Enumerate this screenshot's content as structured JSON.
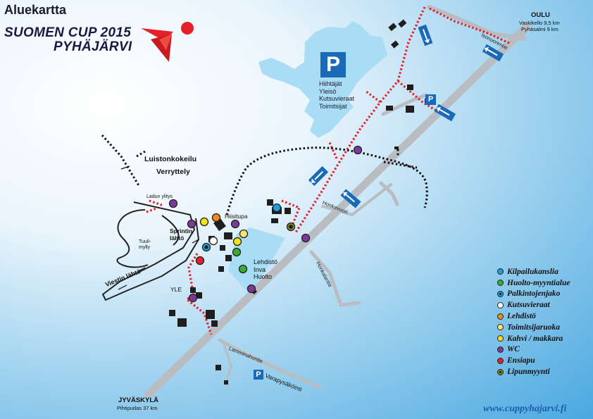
{
  "map": {
    "title": "Aluekartta",
    "event_line1": "SUOMEN CUP 2015",
    "event_line2": "PYHÄJÄRVI",
    "website": "www.cuppyhajarvi.fi",
    "colors": {
      "road": "#b9bdc2",
      "lake": "#a9dcf5",
      "route_red": "#e4202a",
      "track_black": "#111111",
      "sign_blue": "#1a6ab8"
    },
    "labels": {
      "oulu": "OULU",
      "vaskikello": "Vaskikello 9,5 km",
      "pyhasalmi": "Pyhäsalmi 9 km",
      "isonuorentie": "Isonuorentie",
      "parking_info": [
        "Hiihtäjät",
        "Yleisö",
        "Kutsuvieraat",
        "Toimitsijat"
      ],
      "luistonkokeilu": "Luistonkokeilu",
      "verryttely": "Verryttely",
      "ladun_ylitys": "Ladun ylitys",
      "hiisitupa": "Hiisitupa",
      "sprintin_lahto": [
        "Sprintin",
        "lähtö"
      ],
      "tuulimylly": [
        "Tuuli-",
        "mylly"
      ],
      "viestin_lahto": "Viestin lähtö",
      "yle": "YLE",
      "lehdisto_area": [
        "Lehdistö",
        "Inva",
        "Huolto"
      ],
      "honkavuori": "Honkavuori",
      "honkalantie": "Honkalantie",
      "lamminahontie": "Lamminahontie",
      "varapysakointi": "Varapysäköinti",
      "jyvaskyla": "JYVÄSKYLÄ",
      "pihtipudas": "Pihtipudas 37 km",
      "parking_letter": "P"
    },
    "legend": [
      {
        "label": "Kilpailukanslia",
        "color": "#1f9fe3",
        "icon": "blue-dot"
      },
      {
        "label": "Huolto-myyntialue",
        "color": "#3aaa35",
        "icon": "green-dot"
      },
      {
        "label": "Palkintojenjako",
        "color": "#1f9fe3",
        "icon": "ring-dot"
      },
      {
        "label": "Kutsuvieraat",
        "color": "#ffffff",
        "icon": "white-dot"
      },
      {
        "label": "Lehdistö",
        "color": "#f08a1c",
        "icon": "orange-dot"
      },
      {
        "label": "Toimitsijaruoka",
        "color": "#ffe66e",
        "icon": "pale-yellow-dot"
      },
      {
        "label": "Kahvi / makkara",
        "color": "#f2e216",
        "icon": "yellow-dot"
      },
      {
        "label": "WC",
        "color": "#7b3a96",
        "icon": "purple-dot"
      },
      {
        "label": "Ensiapu",
        "color": "#e4202a",
        "icon": "red-dot"
      },
      {
        "label": "Lipunmyynti",
        "color": "#222222",
        "icon": "olive-ring-dot"
      }
    ]
  }
}
